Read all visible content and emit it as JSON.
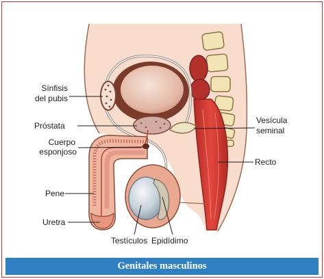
{
  "figure": {
    "caption": "Genitales masculinos",
    "labels": {
      "sinfisis_1": "Sínfisis",
      "sinfisis_2": "del pubis",
      "prostata": "Próstata",
      "cuerpo_1": "Cuerpo",
      "cuerpo_2": "esponjoso",
      "pene": "Pene",
      "uretra": "Uretra",
      "testiculos": "Testículos",
      "epididimo": "Epidídimo",
      "vesicula_1": "Vesícula",
      "vesicula_2": "seminal",
      "recto": "Recto"
    }
  },
  "colors": {
    "caption_bar": "#2f80c2",
    "frame": "#c9302c"
  }
}
